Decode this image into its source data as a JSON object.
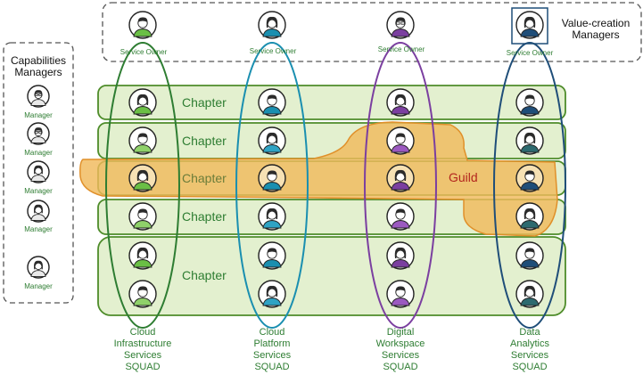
{
  "capabilities": {
    "title_line1": "Capabilities",
    "title_line2": "Managers",
    "managers": [
      {
        "label": "Manager",
        "icon": "male-glasses-avatar-icon"
      },
      {
        "label": "Manager",
        "icon": "male-glasses-avatar-icon"
      },
      {
        "label": "Manager",
        "icon": "female-avatar-icon"
      },
      {
        "label": "Manager",
        "icon": "female-avatar-icon"
      },
      {
        "label": "Manager",
        "icon": "female-avatar-icon"
      }
    ]
  },
  "value_creation": {
    "title_line1": "Value-creation",
    "title_line2": "Managers",
    "owners": [
      {
        "label": "Service Owner",
        "color": "#2e7d32"
      },
      {
        "label": "Service Owner",
        "color": "#1a8fb0"
      },
      {
        "label": "Service Owner",
        "color": "#7b3fa0"
      },
      {
        "label": "Service Owner",
        "color": "#1f4e79"
      }
    ]
  },
  "chapters": [
    {
      "label": "Chapter"
    },
    {
      "label": "Chapter"
    },
    {
      "label": "Chapter"
    },
    {
      "label": "Chapter"
    },
    {
      "label": "Chapter"
    }
  ],
  "guild": {
    "label": "Guild"
  },
  "squads": [
    {
      "line1": "Cloud",
      "line2": "Infrastructure",
      "line3": "Services",
      "line4": "SQUAD",
      "color": "#2e7d32"
    },
    {
      "line1": "Cloud",
      "line2": "Platform",
      "line3": "Services",
      "line4": "SQUAD",
      "color": "#1a8fb0"
    },
    {
      "line1": "Digital",
      "line2": "Workspace",
      "line3": "Services",
      "line4": "SQUAD",
      "color": "#7b3fa0"
    },
    {
      "line1": "Data",
      "line2": "Analytics",
      "line3": "Services",
      "line4": "SQUAD",
      "color": "#1f4e79"
    }
  ],
  "colors": {
    "chapter_fill": "#e3f0cf",
    "chapter_stroke": "#4e8c2a",
    "guild_fill": "#f0b95c",
    "guild_stroke": "#e0902a"
  }
}
